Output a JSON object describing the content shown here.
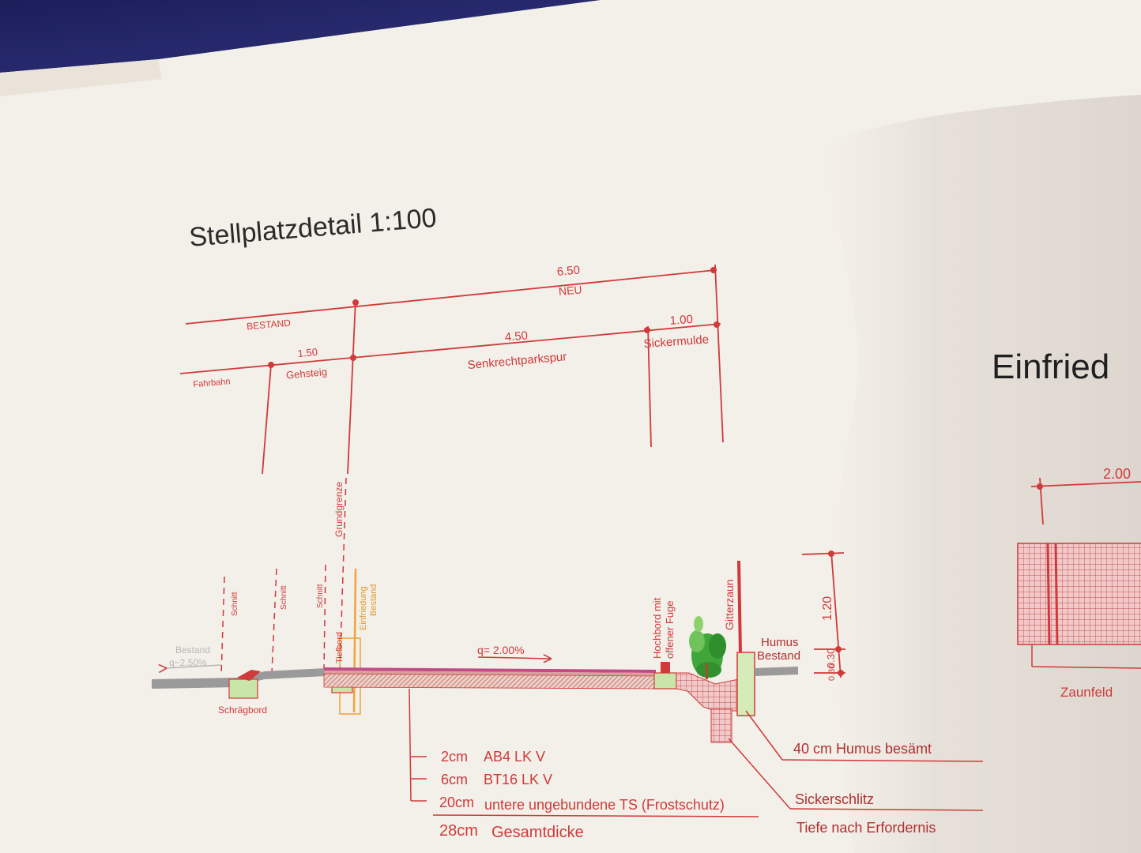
{
  "drawing": {
    "title": "Stellplatzdetail 1:100",
    "second_title": "Einfried",
    "dimensions": {
      "overall": "6.50",
      "neu": "NEU",
      "bestand": "BESTAND",
      "gehsteig_width": "1.50",
      "senkrecht_width": "4.50",
      "sickermulde_width": "1.00",
      "fahrbahn": "Fahrbahn",
      "gehsteig": "Gehsteig",
      "senkrecht": "Senkrechtparkspur",
      "sickermulde": "Sickermulde"
    },
    "labels": {
      "grundgrenze": "Grundgrenze",
      "schnitt1": "Schnitt",
      "schnitt2": "Schnitt",
      "schnitt3": "Schnitt",
      "einfriedung": "Einfriedung",
      "einfriedung_bestand": "Bestand",
      "tiefbord": "Tiefbord",
      "bestand_slope": "Bestand",
      "bestand_q": "q~2.50%",
      "schraegbord": "Schrägbord",
      "slope": "q= 2.00%",
      "hochbord1": "Hochbord mit",
      "hochbord2": "offener Fuge",
      "gitterzaun": "Gitterzaun",
      "humus1": "Humus",
      "humus2": "Bestand",
      "h120": "1.20",
      "h030": "0.30",
      "h030b": "0.30",
      "fence_dim": "2.00",
      "zaunfeld": "Zaunfeld"
    },
    "layers": [
      {
        "thickness": "2cm",
        "material": "AB4  LK V"
      },
      {
        "thickness": "6cm",
        "material": "BT16 LK V"
      },
      {
        "thickness": "20cm",
        "material": "untere ungebundene TS (Frostschutz)"
      }
    ],
    "total": {
      "thickness": "28cm",
      "label": "Gesamtdicke"
    },
    "right_notes": {
      "humus": "40 cm Humus besämt",
      "sickerschlitz": "Sickerschlitz",
      "tiefe": "Tiefe nach Erfordernis"
    },
    "colors": {
      "line": "#d03a3a",
      "paving": "#c24c86",
      "base": "#e6c2b6",
      "curb": "#c9e5a8",
      "fence_post": "#d6ecb8",
      "orange": "#f0a33a",
      "plant": "#3fa63a"
    }
  }
}
